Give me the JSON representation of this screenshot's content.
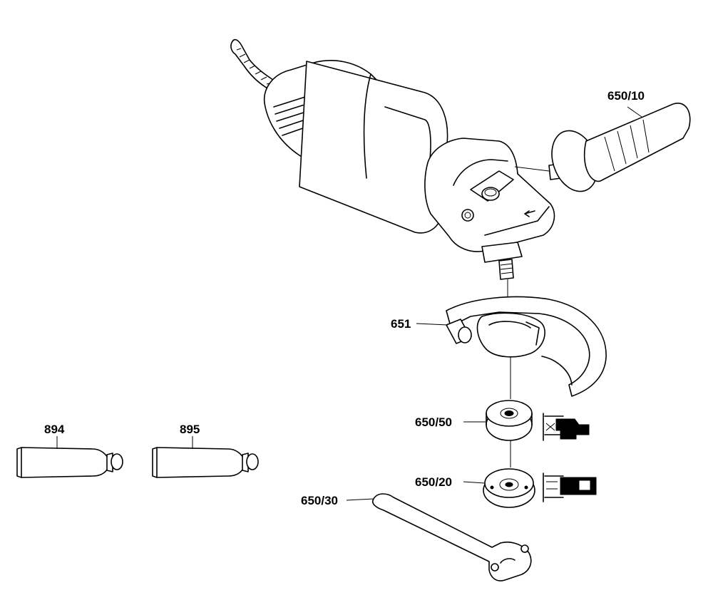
{
  "diagram": {
    "labels": {
      "side_handle": "650/10",
      "guard": "651",
      "flange_nut": "650/50",
      "clamping_nut": "650/20",
      "spanner": "650/30",
      "tube_a": "894",
      "tube_b": "895"
    }
  }
}
